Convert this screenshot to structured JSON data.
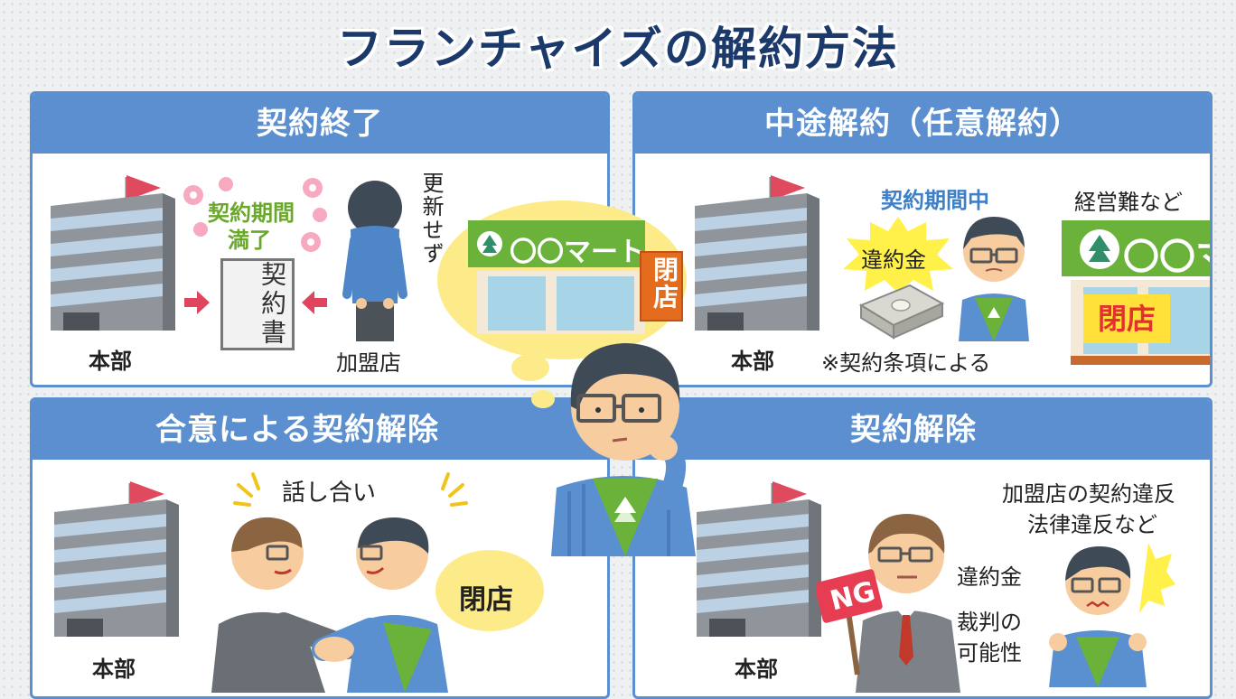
{
  "title": "フランチャイズの解約方法",
  "panels": {
    "end": {
      "header": "契約終了",
      "hq_label": "本部",
      "term_label_line1": "契約期間",
      "term_label_line2": "満了",
      "document": "契約書",
      "no_renew": "更新せず",
      "franchisee_label": "加盟店"
    },
    "midterm": {
      "header": "中途解約（任意解約）",
      "hq_label": "本部",
      "period_label": "契約期間中",
      "penalty": "違約金",
      "reason": "経営難など",
      "note": "※契約条項による",
      "store_name": "〇〇マ",
      "closed": "閉店"
    },
    "mutual": {
      "header": "合意による契約解除",
      "hq_label": "本部",
      "talk": "話し合い",
      "closed": "閉店"
    },
    "termination": {
      "header": "契約解除",
      "hq_label": "本部",
      "violation_line1": "加盟店の契約違反",
      "violation_line2": "法律違反など",
      "penalty": "違約金",
      "lawsuit_line1": "裁判の",
      "lawsuit_line2": "可能性",
      "ng": "NG"
    }
  },
  "center": {
    "store_name": "〇〇マート",
    "closed": "閉店"
  },
  "colors": {
    "header_blue": "#5b8fcf",
    "title_navy": "#1b3a6b",
    "apron_green": "#6ab23a",
    "flag_red": "#e04a5f",
    "bubble_yellow": "#fdeb8a"
  }
}
